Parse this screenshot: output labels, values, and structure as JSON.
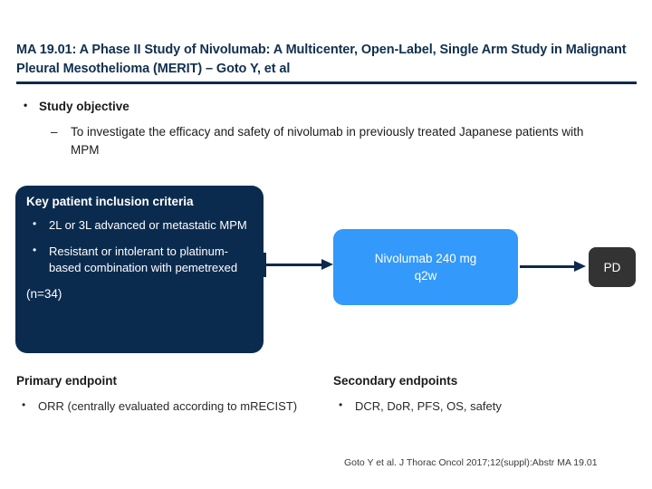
{
  "slide": {
    "title": "MA 19.01: A Phase II Study of Nivolumab: A Multicenter, Open-Label, Single Arm Study in Malignant Pleural Mesothelioma (MERIT) – Goto Y, et al",
    "objective": {
      "heading": "Study objective",
      "detail": "To investigate the efficacy and safety of nivolumab in previously treated Japanese patients with MPM"
    },
    "diagram": {
      "inclusion": {
        "title": "Key patient inclusion criteria",
        "criteria": [
          "2L or 3L advanced or metastatic MPM",
          "Resistant or intolerant to platinum-based combination with pemetrexed"
        ],
        "enrollment": "(n=34)"
      },
      "treatment": {
        "label": "Nivolumab 240 mg\nq2w"
      },
      "outcome": {
        "label": "PD"
      },
      "colors": {
        "inclusion_box": "#0b2b4e",
        "treatment_box": "#3399fb",
        "outcome_box": "#333333",
        "arrow": "#0c2a4c",
        "title_rule": "#0c2a4c"
      }
    },
    "endpoints": {
      "primary": {
        "heading": "Primary endpoint",
        "items": [
          "ORR (centrally evaluated according to mRECIST)"
        ]
      },
      "secondary": {
        "heading": "Secondary endpoints",
        "items": [
          "DCR, DoR, PFS, OS, safety"
        ]
      }
    },
    "citation": "Goto Y et al. J Thorac Oncol 2017;12(suppl):Abstr MA 19.01"
  }
}
